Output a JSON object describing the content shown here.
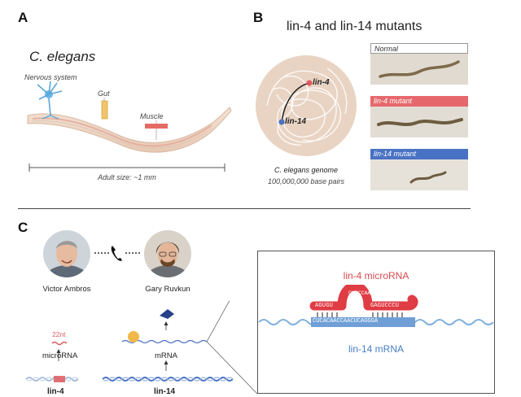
{
  "panelA": {
    "letter": "A",
    "title": "C. elegans",
    "nervous_system": "Nervous system",
    "gut": "Gut",
    "muscle": "Muscle",
    "size": "Adult size: ~1 mm"
  },
  "panelB": {
    "letter": "B",
    "title": "lin-4 and lin-14 mutants",
    "lin4": "lin-4",
    "lin14": "lin-14",
    "genome_title": "C. elegans genome",
    "genome_size": "100,000,000 base pairs",
    "normal": "Normal",
    "lin4_mutant": "lin-4 mutant",
    "lin14_mutant": "lin-14 mutant",
    "colors": {
      "lin4": "#e05a5e",
      "lin14": "#4a72c4"
    }
  },
  "panelC": {
    "letter": "C",
    "person1": "Victor Ambros",
    "person2": "Gary Ruvkun",
    "nt": "22nt",
    "microrna": "microRNA",
    "mrna": "mRNA",
    "gene1": "lin-4",
    "gene2": "lin-14",
    "inset_mirna": "lin-4 microRNA",
    "inset_mrna": "lin-14 mRNA",
    "mirna_left": "AGUGU",
    "mirna_loop": "CUCCCAA",
    "mirna_right": "GAGUCCCU",
    "mrna_seq": "CUCACAACCAACUCAGGGA"
  }
}
